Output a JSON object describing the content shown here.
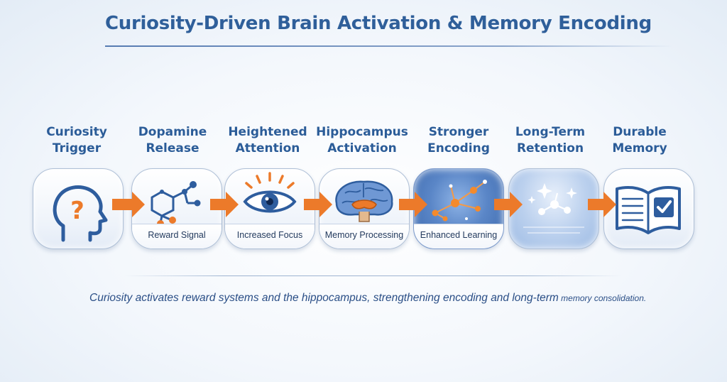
{
  "title": "Curiosity-Driven Brain Activation & Memory Encoding",
  "steps": [
    {
      "label_line1": "Curiosity",
      "label_line2": "Trigger",
      "sub_label": "",
      "icon": "head-question-icon"
    },
    {
      "label_line1": "Dopamine",
      "label_line2": "Release",
      "sub_label": "Reward Signal",
      "icon": "molecule-icon"
    },
    {
      "label_line1": "Heightened",
      "label_line2": "Attention",
      "sub_label": "Increased Focus",
      "icon": "eye-icon"
    },
    {
      "label_line1": "Hippocampus",
      "label_line2": "Activation",
      "sub_label": "Memory Processing",
      "icon": "brain-icon"
    },
    {
      "label_line1": "Stronger",
      "label_line2": "Encoding",
      "sub_label": "Enhanced Learning",
      "icon": "neurons-icon"
    },
    {
      "label_line1": "Long-Term",
      "label_line2": "Retention",
      "sub_label": "",
      "icon": "stars-network-icon"
    },
    {
      "label_line1": "Durable",
      "label_line2": "Memory",
      "sub_label": "",
      "icon": "book-check-icon"
    }
  ],
  "caption": {
    "main": "Curiosity activates reward systems and the hippocampus, strengthening encoding and long-term",
    "tail": " memory consolidation."
  },
  "colors": {
    "title": "#2f5f9a",
    "accent_orange": "#ec7a2a",
    "accent_blue": "#2e5d9e"
  }
}
